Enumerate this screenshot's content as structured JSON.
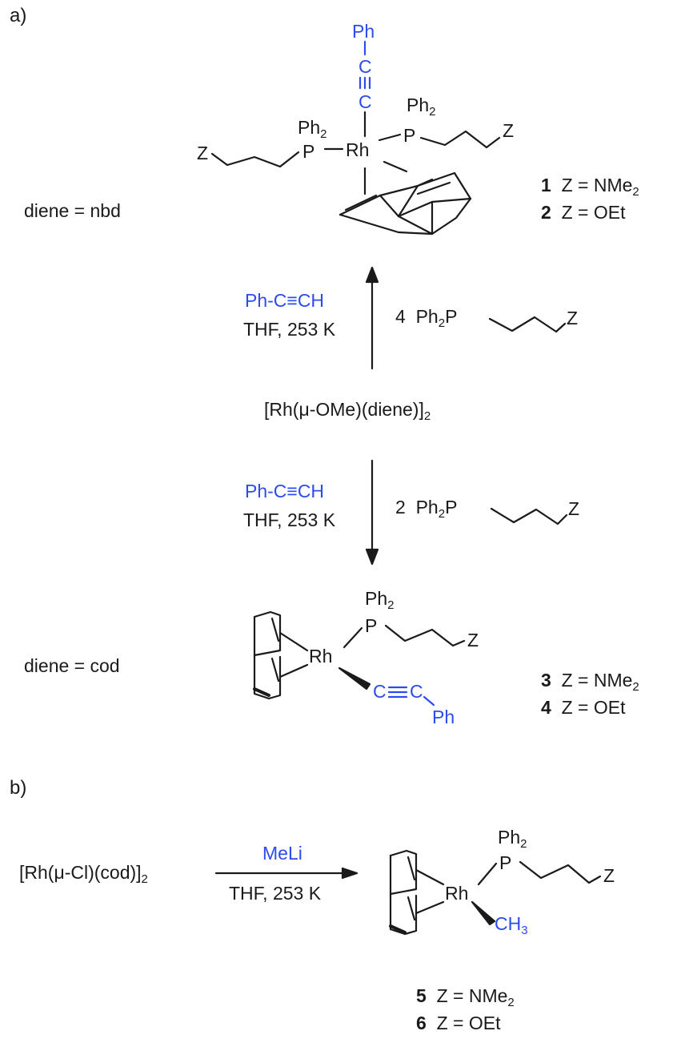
{
  "panel_a": {
    "label": "a)",
    "diene_nbd": "diene = nbd",
    "diene_cod": "diene = cod",
    "starting_material": "[Rh(μ-OMe)(diene)]",
    "starting_sub": "2",
    "up_reagent": "Ph-C≡CH",
    "up_conditions": "THF, 253 K",
    "up_equiv": "4",
    "down_reagent": "Ph-C≡CH",
    "down_conditions": "THF, 253 K",
    "down_equiv": "2",
    "ligand_ph2": "Ph",
    "ligand_ph2_sub": "2",
    "ligand_p": "P",
    "ligand_z": "Z",
    "top_complex": {
      "metal": "Rh",
      "ph": "Ph",
      "c1": "C",
      "c2": "C",
      "p": "P",
      "ph2": "Ph",
      "ph2_sub": "2",
      "z": "Z"
    },
    "bottom_complex": {
      "metal": "Rh",
      "c1": "C",
      "c2": "C",
      "ph": "Ph",
      "p": "P",
      "ph2": "Ph",
      "ph2_sub": "2",
      "z": "Z"
    },
    "compounds_top": [
      {
        "num": "1",
        "text": "Z = NMe",
        "sub": "2"
      },
      {
        "num": "2",
        "text": "Z = OEt",
        "sub": ""
      }
    ],
    "compounds_bottom": [
      {
        "num": "3",
        "text": "Z = NMe",
        "sub": "2"
      },
      {
        "num": "4",
        "text": "Z = OEt",
        "sub": ""
      }
    ]
  },
  "panel_b": {
    "label": "b)",
    "starting_material": "[Rh(μ-Cl)(cod)]",
    "starting_sub": "2",
    "reagent": "MeLi",
    "conditions": "THF, 253 K",
    "complex": {
      "metal": "Rh",
      "methyl": "CH",
      "methyl_sub": "3",
      "p": "P",
      "ph2": "Ph",
      "ph2_sub": "2",
      "z": "Z"
    },
    "compounds": [
      {
        "num": "5",
        "text": "Z = NMe",
        "sub": "2"
      },
      {
        "num": "6",
        "text": "Z = OEt",
        "sub": ""
      }
    ]
  },
  "colors": {
    "ink": "#1a1a1a",
    "highlight": "#2b4cf0"
  }
}
